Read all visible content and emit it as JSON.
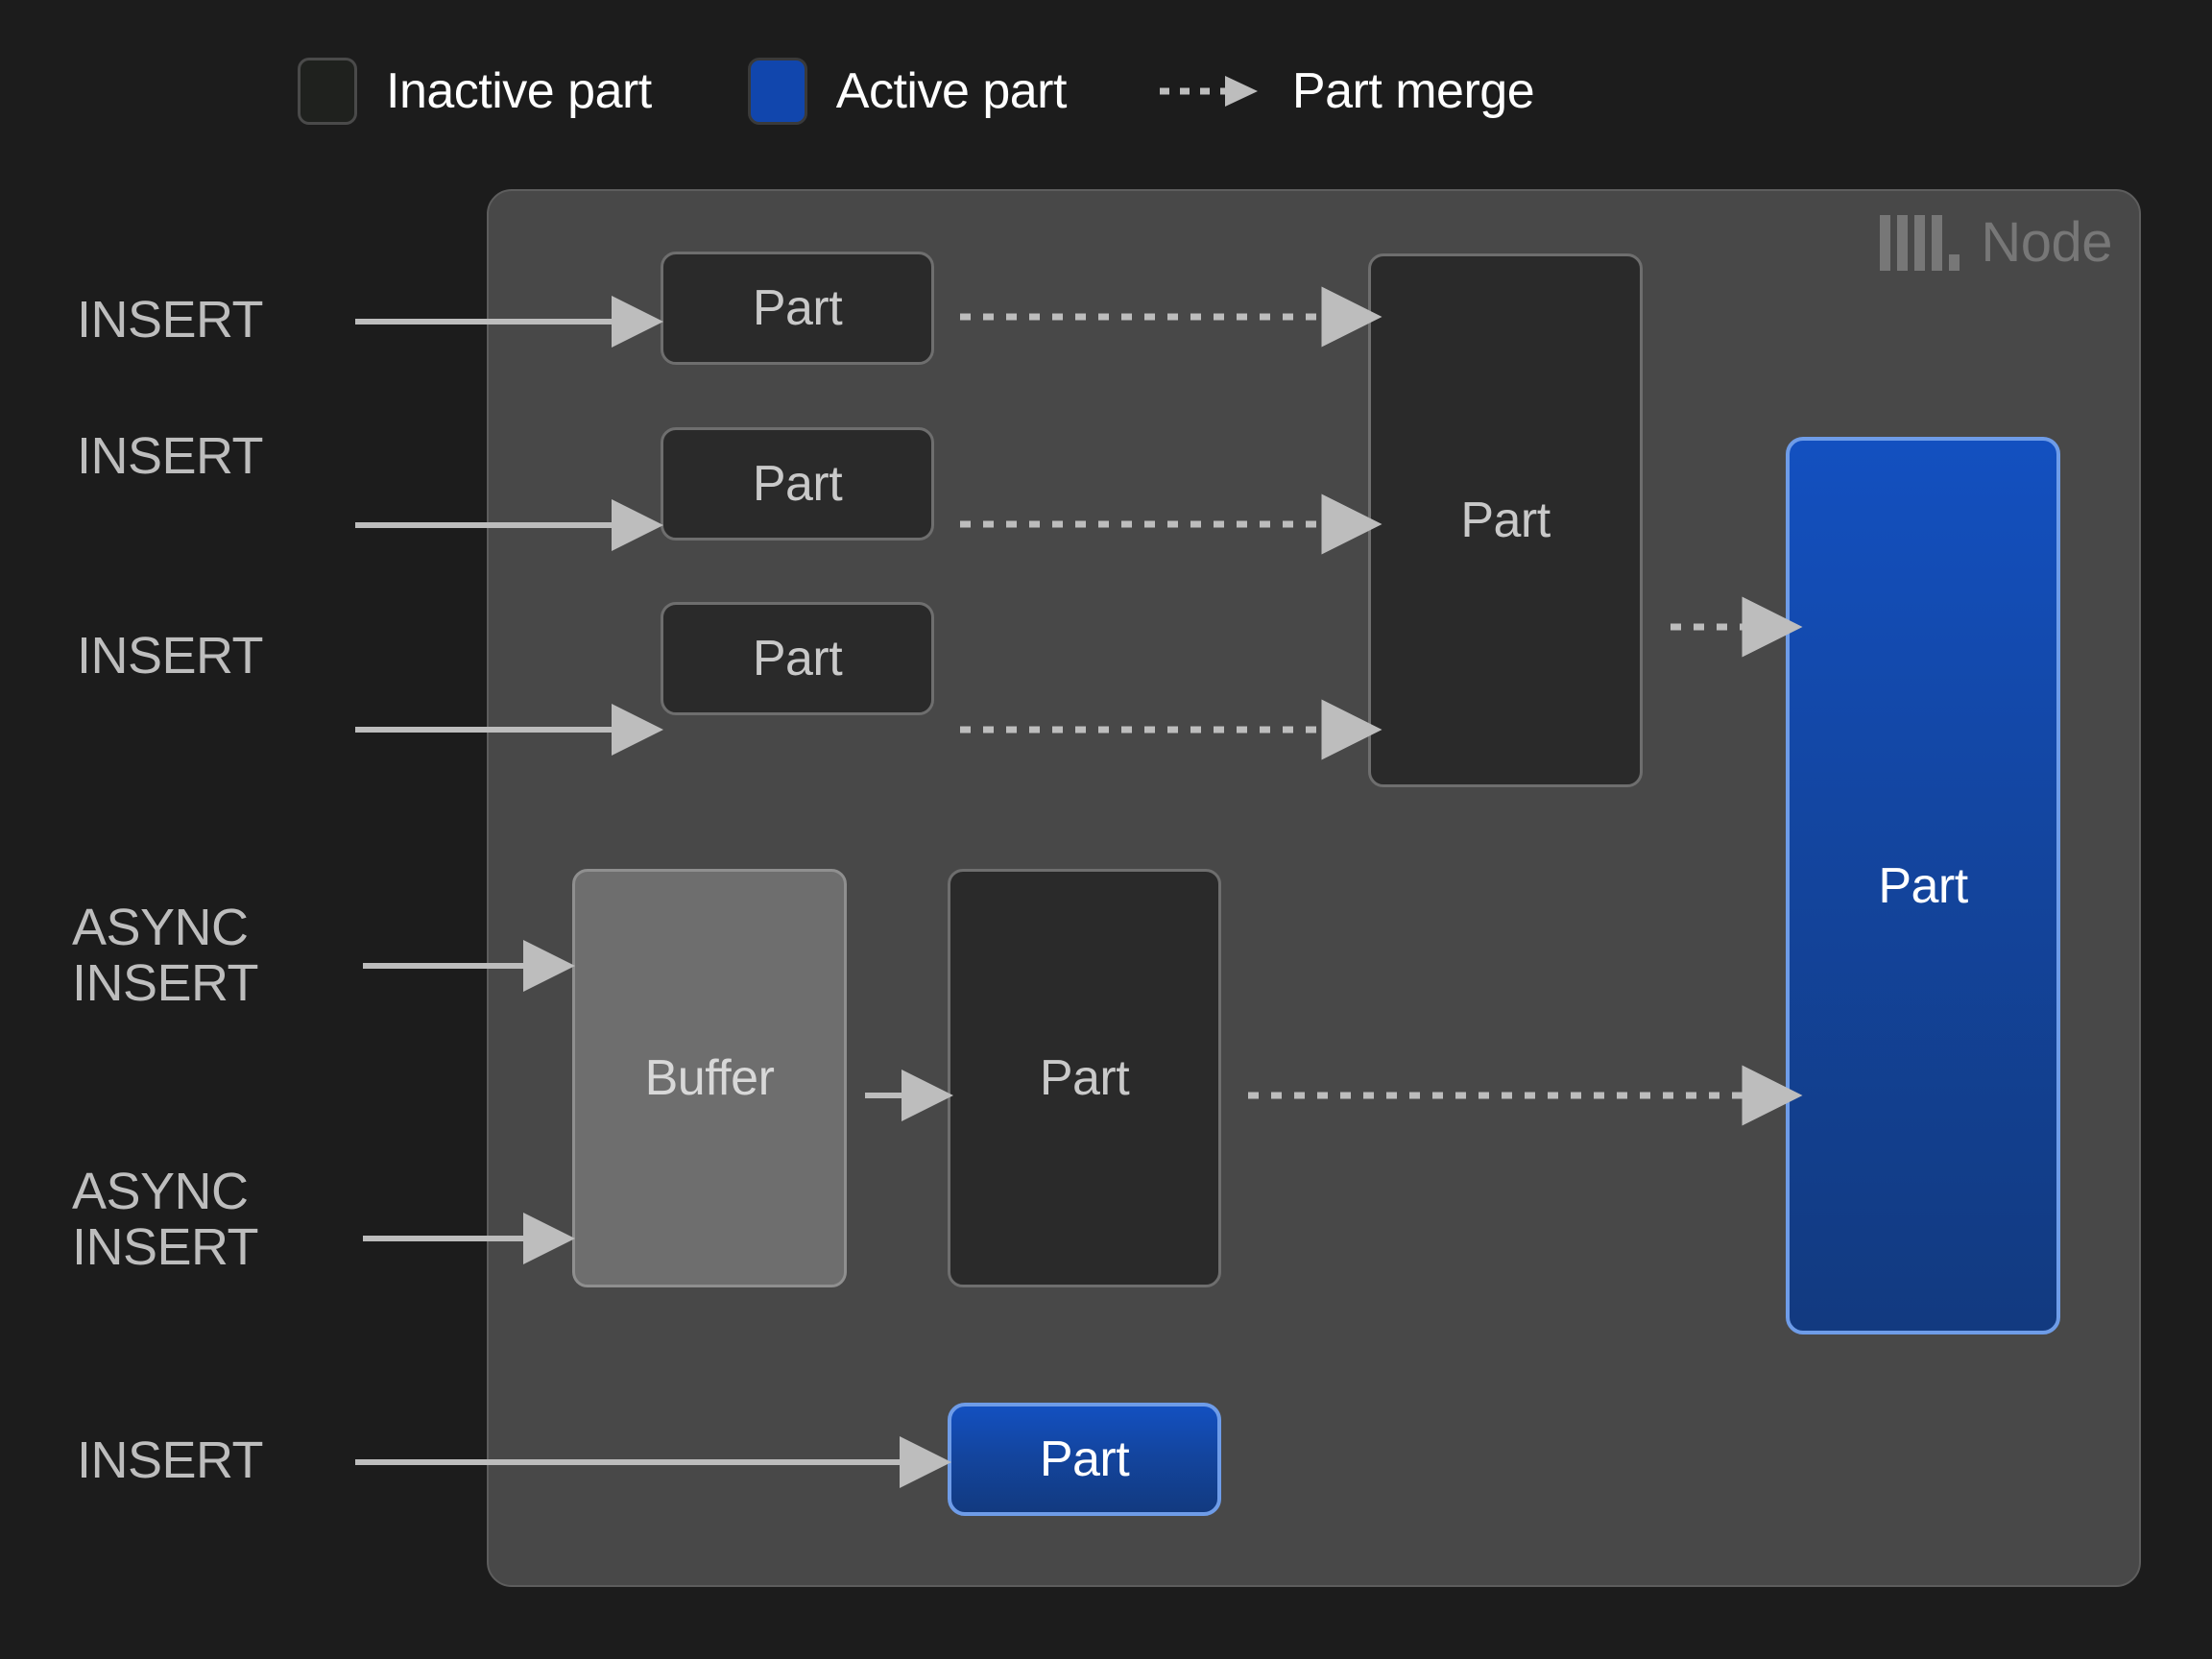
{
  "legend": {
    "items": [
      {
        "id": "inactive-part",
        "label": "Inactive part",
        "swatch": "square",
        "color": "#1f211e",
        "border": "#4a4a4a"
      },
      {
        "id": "active-part",
        "label": "Active part",
        "swatch": "square",
        "color": "#1146ad",
        "border": "#3a3a3a"
      },
      {
        "id": "part-merge",
        "label": "Part merge",
        "swatch": "dashed-arrow",
        "color": "#bdbdbd"
      }
    ]
  },
  "node": {
    "label": "Node",
    "logo_icon": "clickhouse-logo-icon",
    "background": "#484848",
    "border": "#5d5d5d"
  },
  "sources": [
    {
      "id": "insert-1",
      "text": "INSERT"
    },
    {
      "id": "insert-2",
      "text": "INSERT"
    },
    {
      "id": "insert-3",
      "text": "INSERT"
    },
    {
      "id": "async-insert-1",
      "text": "ASYNC\nINSERT"
    },
    {
      "id": "async-insert-2",
      "text": "ASYNC\nINSERT"
    },
    {
      "id": "insert-4",
      "text": "INSERT"
    }
  ],
  "boxes": [
    {
      "id": "part-insert-1",
      "label": "Part",
      "state": "inactive"
    },
    {
      "id": "part-insert-2",
      "label": "Part",
      "state": "inactive"
    },
    {
      "id": "part-insert-3",
      "label": "Part",
      "state": "inactive"
    },
    {
      "id": "part-merged-1",
      "label": "Part",
      "state": "inactive"
    },
    {
      "id": "buffer-box",
      "label": "Buffer",
      "state": "buffer"
    },
    {
      "id": "part-async",
      "label": "Part",
      "state": "inactive"
    },
    {
      "id": "part-merged-2",
      "label": "Part",
      "state": "active"
    },
    {
      "id": "part-active",
      "label": "Part",
      "state": "active"
    }
  ],
  "colors": {
    "page_background": "#1c1c1c",
    "node_background": "#484848",
    "inactive_part_fill": "#2a2a2a",
    "inactive_part_border": "#6e6e6e",
    "buffer_fill": "#6e6e6e",
    "active_part_fill": "#1146ad",
    "active_part_border": "#6e9ce8",
    "arrow": "#bdbdbd",
    "text_primary": "#ffffff",
    "text_secondary": "#bdbdbd",
    "node_label": "#777777"
  }
}
